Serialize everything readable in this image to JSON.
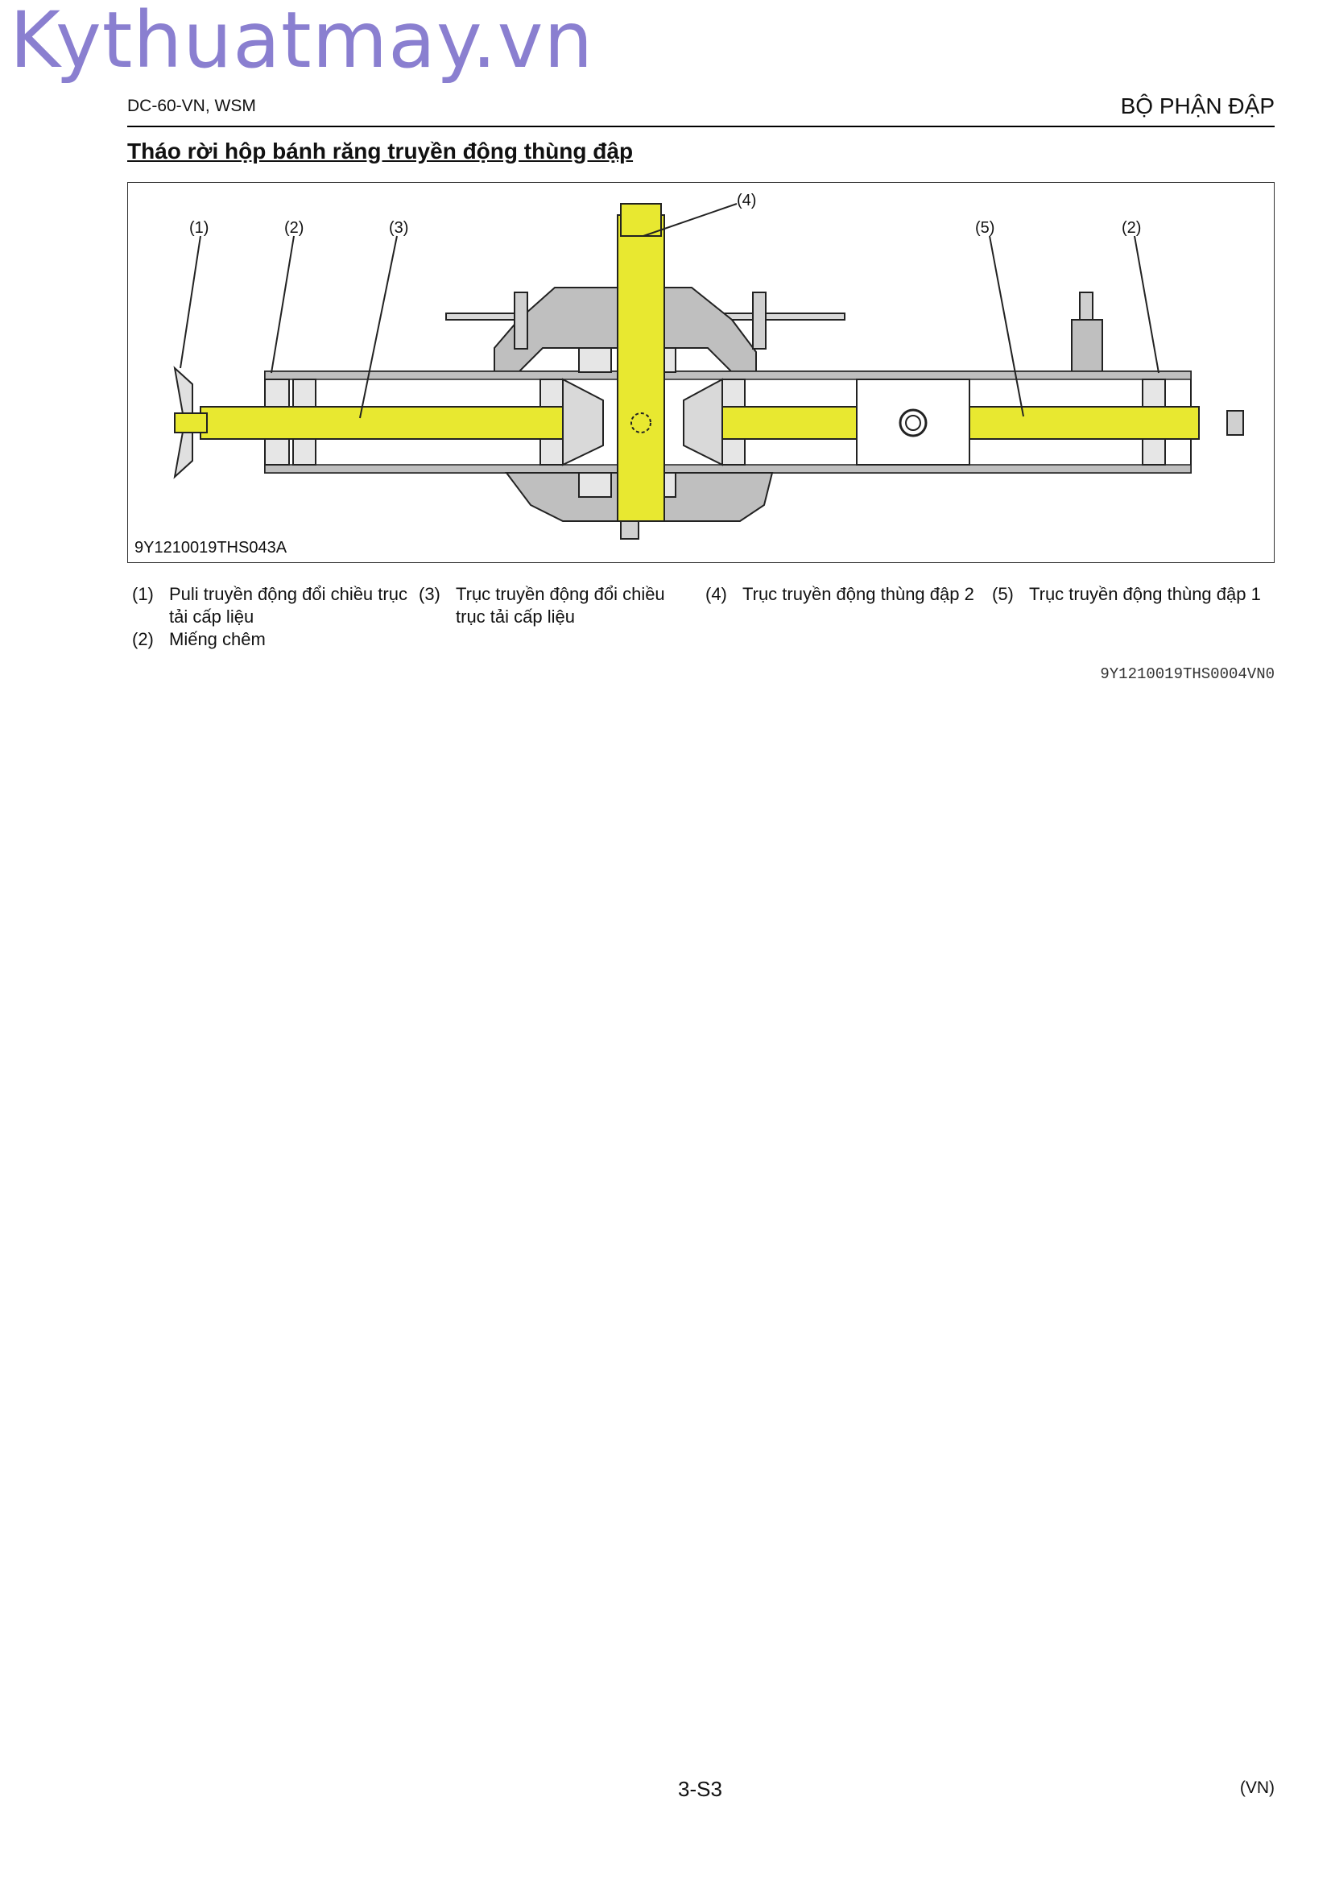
{
  "watermark": "Kythuatmay.vn",
  "header": {
    "left": "DC-60-VN, WSM",
    "right": "BỘ PHẬN ĐẬP"
  },
  "title": "Tháo rời hộp bánh răng truyền động thùng đập",
  "figure": {
    "code": "9Y1210019THS043A",
    "callouts": [
      "(1)",
      "(2)",
      "(3)",
      "(4)",
      "(5)",
      "(2)"
    ],
    "highlight_color": "#e8e830",
    "line_color": "#222222",
    "housing_color": "#bfbfbf"
  },
  "legend": [
    {
      "num": "(1)",
      "text": "Puli truyền động đổi chiều trục tải cấp liệu"
    },
    {
      "num": "(2)",
      "text": "Miếng chêm"
    },
    {
      "num": "(3)",
      "text": "Trục truyền động đổi chiều trục tải cấp liệu"
    },
    {
      "num": "(4)",
      "text": "Trục truyền động thùng đập 2"
    },
    {
      "num": "(5)",
      "text": "Trục truyền động thùng đập 1"
    }
  ],
  "doc_code": "9Y1210019THS0004VN0",
  "footer": {
    "page": "3-S3",
    "lang": "(VN)"
  }
}
